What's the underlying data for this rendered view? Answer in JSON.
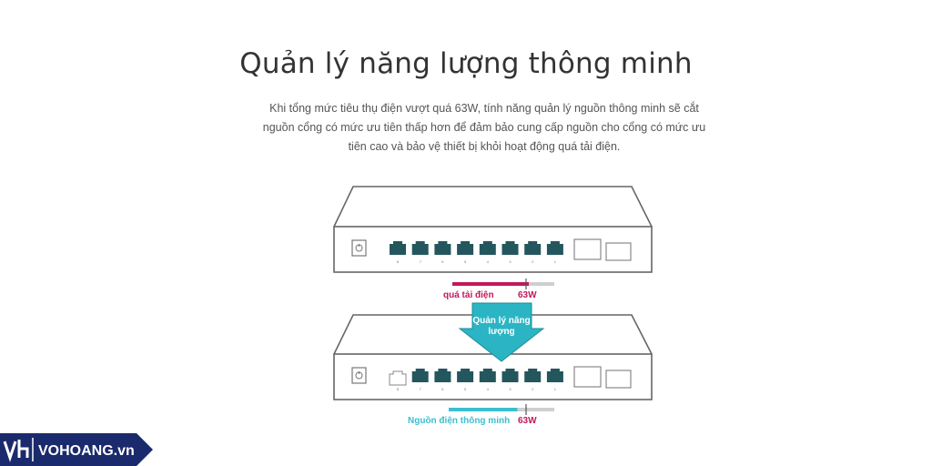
{
  "title": "Quản lý năng lượng thông minh",
  "description": "Khi tổng mức tiêu thụ điện vượt quá 63W, tính năng quản lý nguồn thông minh sẽ cắt nguồn cổng có mức ưu tiên thấp hơn để đảm bảo cung cấp nguồn cho cổng có mức ưu tiên cao và bảo vệ thiết bị khỏi hoạt động quá tải điện.",
  "top_switch": {
    "port_numbers": [
      "8",
      "7",
      "6",
      "5",
      "4",
      "3",
      "2",
      "1"
    ],
    "overload_label": "quá tải điện",
    "limit_label": "63W",
    "bar_color": "#c2185b",
    "usage_fraction": 0.75
  },
  "arrow": {
    "line1": "Quản lý năng",
    "line2": "lượng",
    "color": "#2bb5c4"
  },
  "bottom_switch": {
    "port_numbers": [
      "8",
      "7",
      "6",
      "5",
      "4",
      "3",
      "2",
      "1"
    ],
    "smart_label": "Nguồn điện thông minh",
    "limit_label": "63W",
    "bar_color": "#3bbfd0",
    "usage_fraction": 0.65
  },
  "logo": {
    "text": "VOHOANG.vn",
    "color": "#1a2a6c"
  }
}
